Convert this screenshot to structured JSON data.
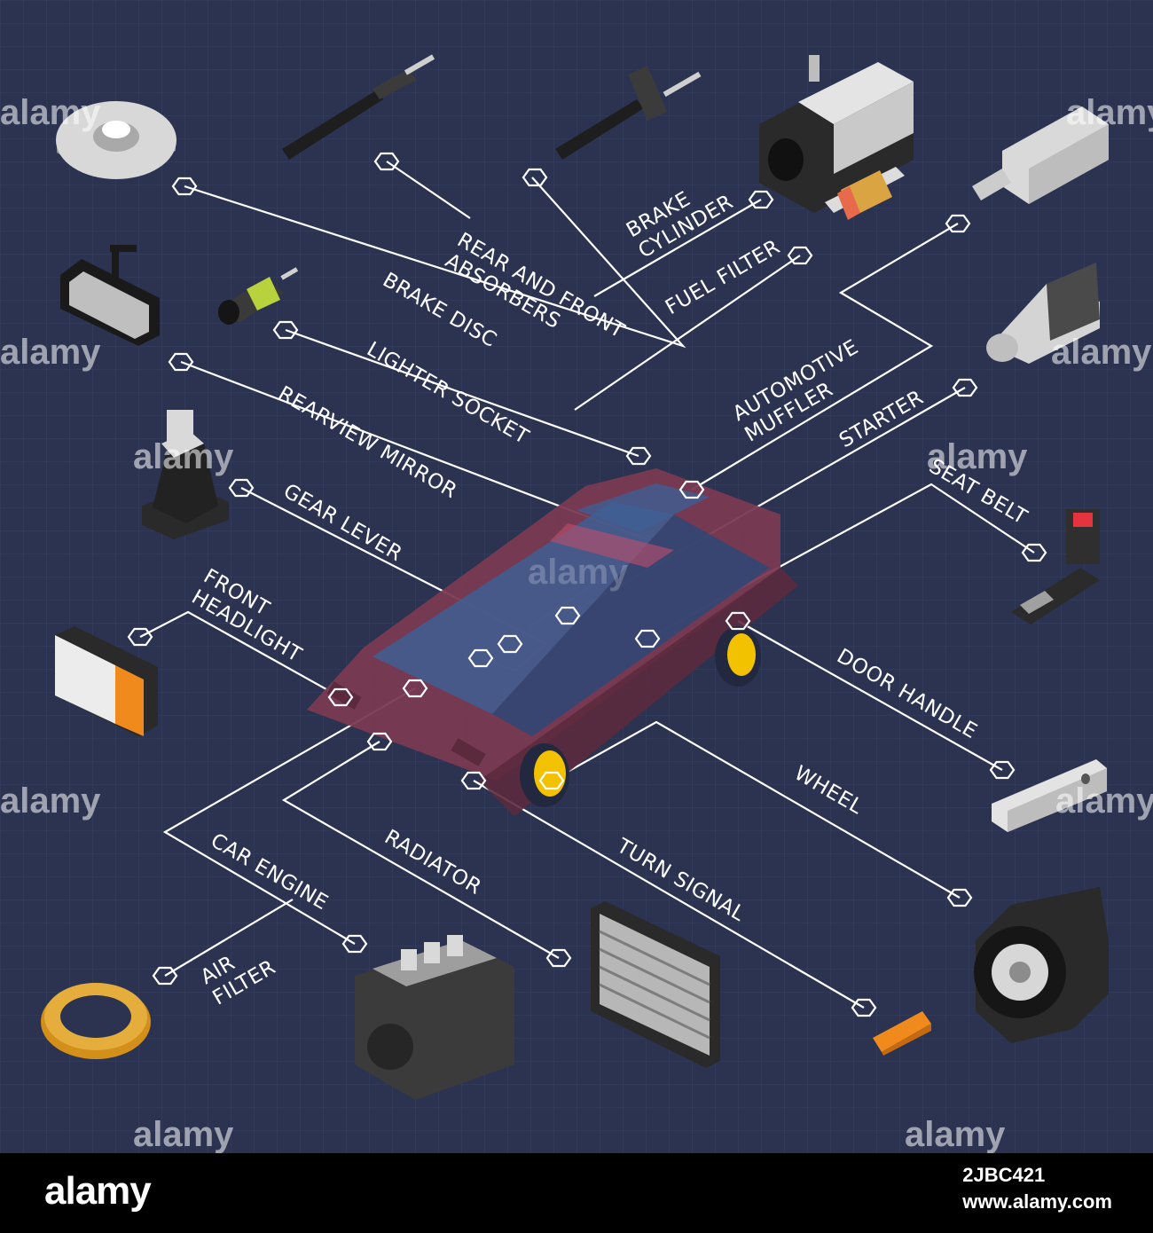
{
  "colors": {
    "background": "#2c3350",
    "grid": "#394063",
    "line": "#ffffff",
    "car_body": "#7a3a52",
    "car_glass": "#3e5f93",
    "wheel_yellow": "#f2c200",
    "footer": "#000000"
  },
  "labels": {
    "brake_cylinder": [
      "BRAKE",
      "CYLINDER"
    ],
    "rear_front_absorbers": [
      "REAR AND FRONT",
      "ABSORBERS"
    ],
    "fuel_filter": [
      "FUEL FILTER"
    ],
    "brake_disc": [
      "BRAKE DISC"
    ],
    "lighter_socket": [
      "LIGHTER SOCKET"
    ],
    "automotive_muffler": [
      "AUTOMOTIVE",
      "MUFFLER"
    ],
    "starter": [
      "STARTER"
    ],
    "rearview_mirror": [
      "REARVIEW MIRROR"
    ],
    "seat_belt": [
      "SEAT BELT"
    ],
    "gear_lever": [
      "GEAR LEVER"
    ],
    "front_headlight": [
      "FRONT",
      "HEADLIGHT"
    ],
    "door_handle": [
      "DOOR HANDLE"
    ],
    "wheel": [
      "WHEEL"
    ],
    "car_engine": [
      "CAR ENGINE"
    ],
    "radiator": [
      "RADIATOR"
    ],
    "turn_signal": [
      "TURN SIGNAL"
    ],
    "air_filter": [
      "AIR",
      "FILTER"
    ]
  },
  "icons": [
    "brake-disc-icon",
    "rear-absorber-icon",
    "front-absorber-icon",
    "brake-cylinder-icon",
    "fuel-filter-icon",
    "muffler-icon",
    "rearview-mirror-icon",
    "lighter-socket-icon",
    "starter-icon",
    "gear-lever-icon",
    "seat-belt-icon",
    "headlight-icon",
    "door-handle-icon",
    "wheel-icon",
    "air-filter-icon",
    "car-engine-icon",
    "radiator-icon",
    "turn-signal-icon",
    "car-icon"
  ],
  "watermark": {
    "text": "alamy"
  },
  "footer": {
    "logo": "alamy",
    "image_id": "2JBC421",
    "url": "www.alamy.com"
  }
}
